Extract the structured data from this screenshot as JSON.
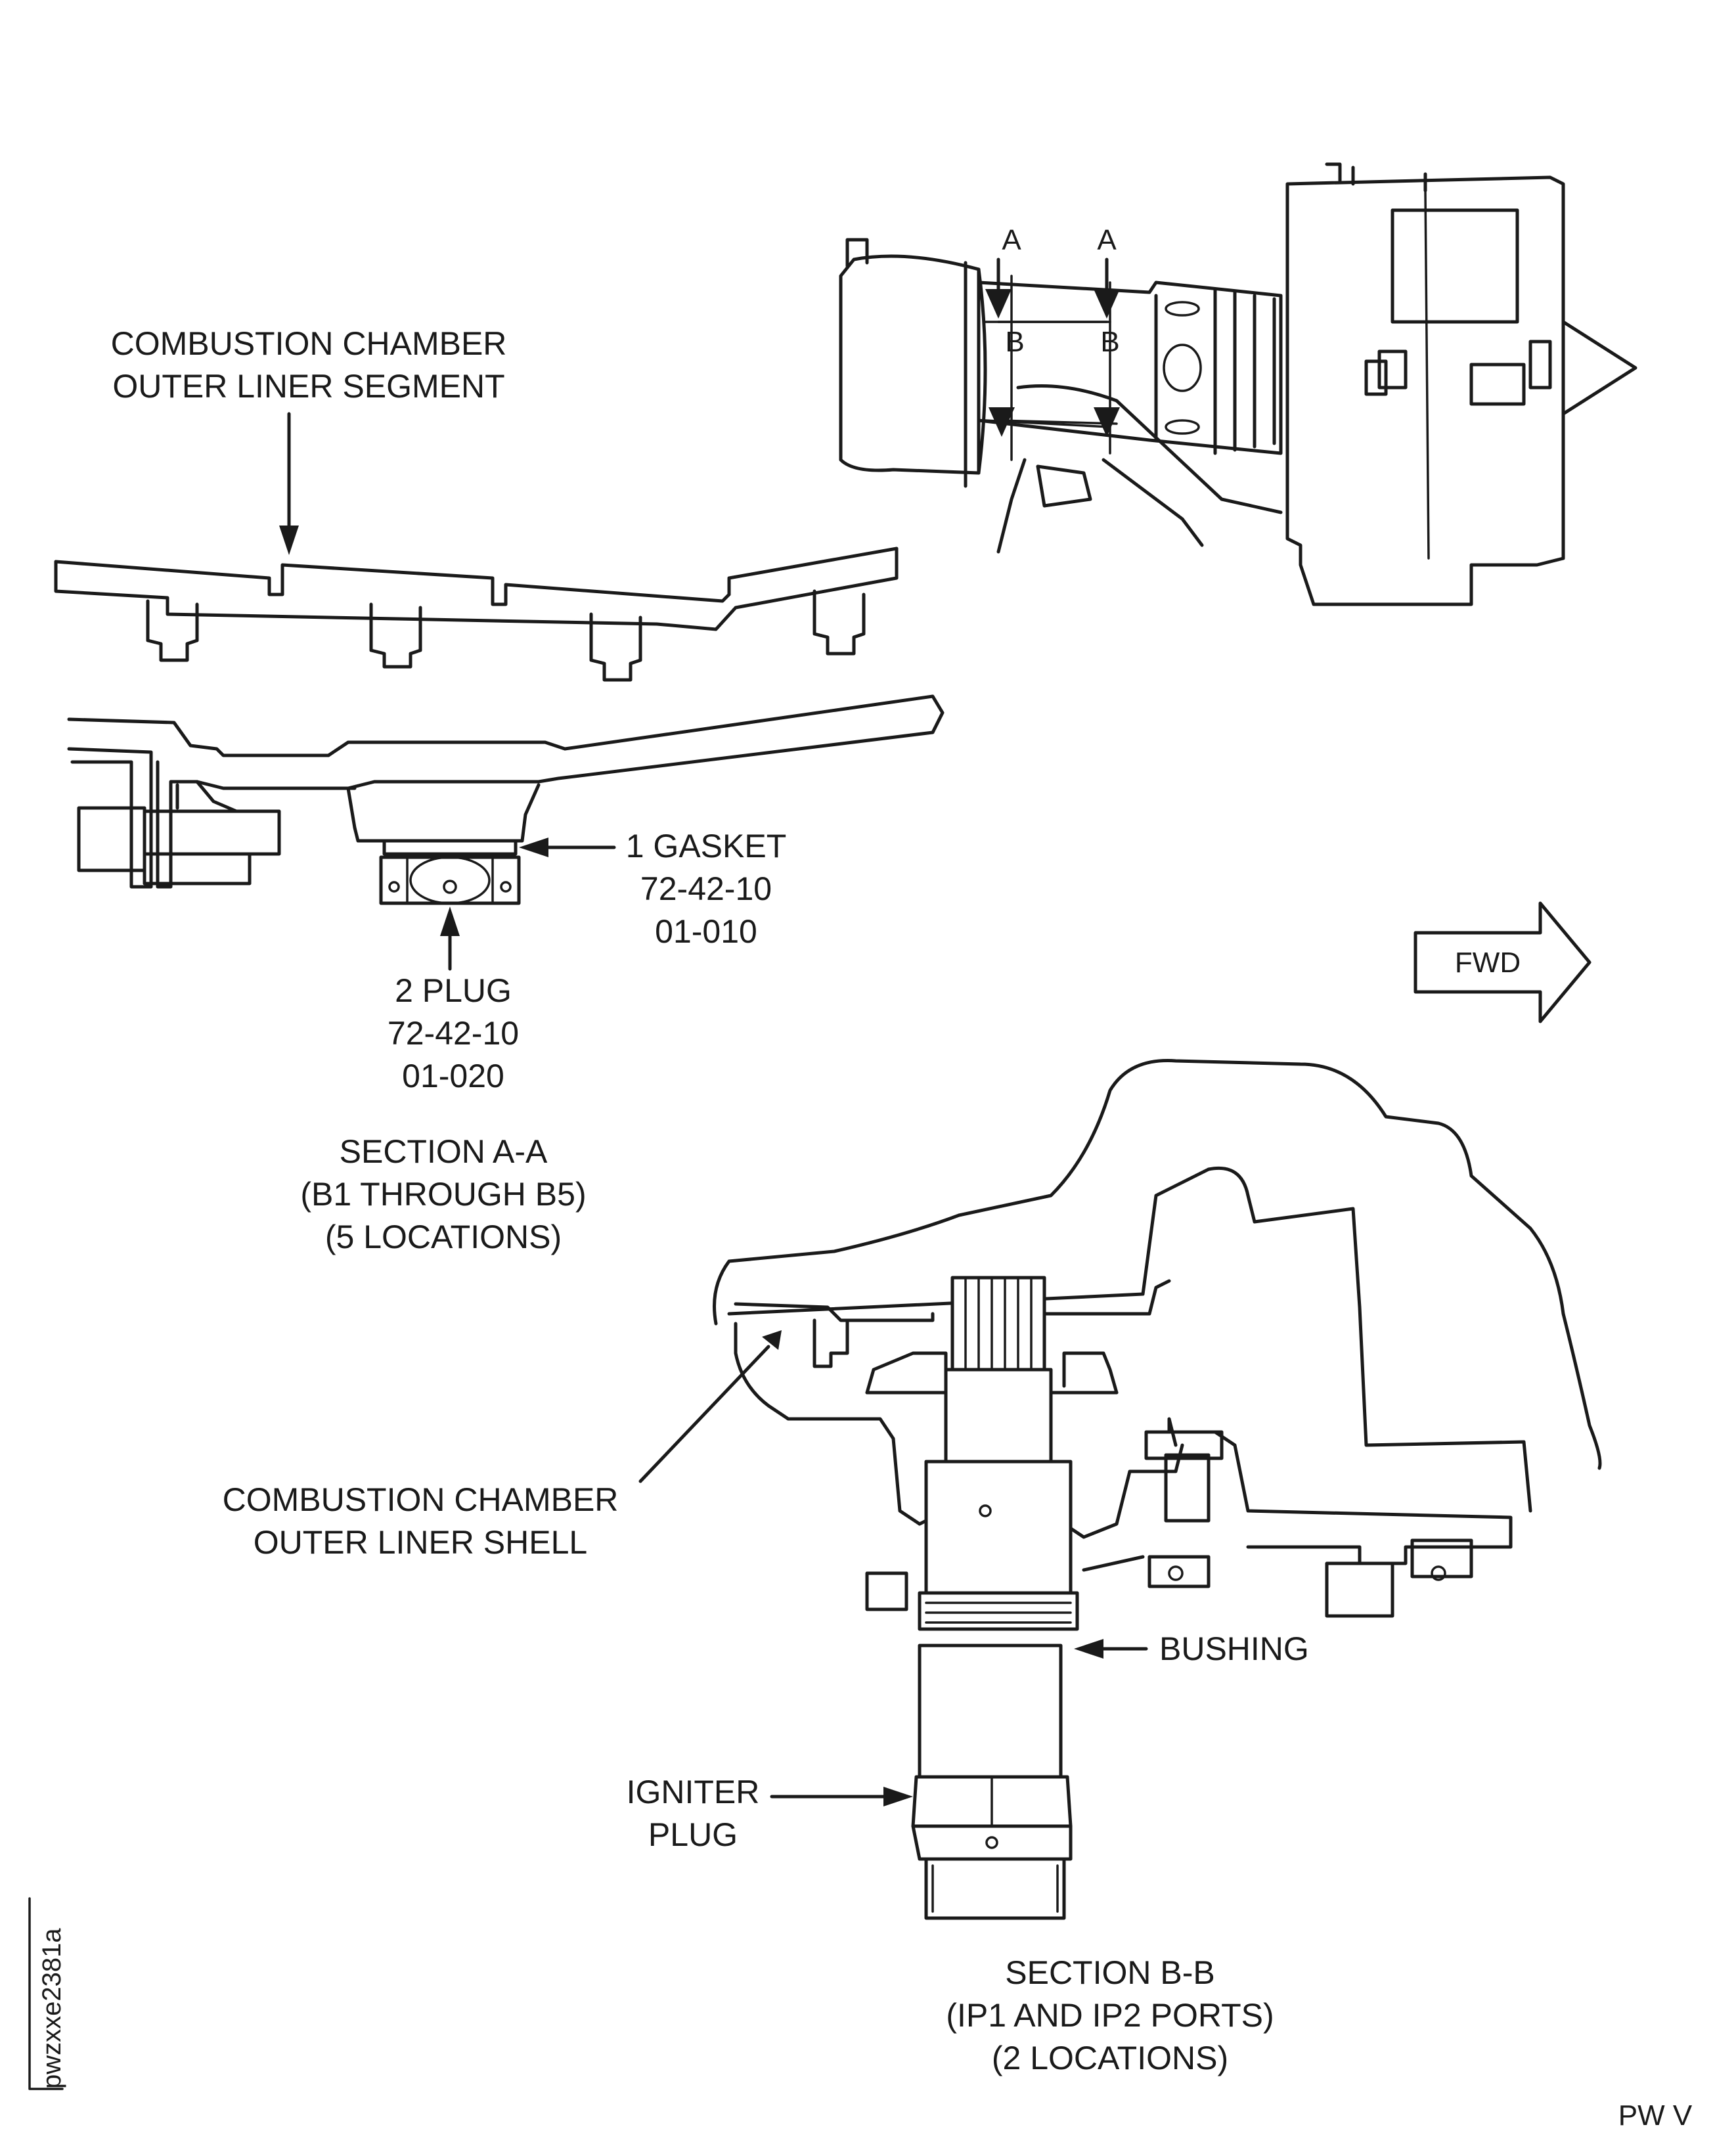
{
  "labels": {
    "outer_liner_segment": [
      "COMBUSTION CHAMBER",
      "OUTER LINER SEGMENT"
    ],
    "gasket": [
      "1 GASKET",
      "72-42-10",
      "01-010"
    ],
    "plug": [
      "2 PLUG",
      "72-42-10",
      "01-020"
    ],
    "section_aa": [
      "SECTION A-A",
      "(B1 THROUGH B5)",
      "(5 LOCATIONS)"
    ],
    "fwd": "FWD",
    "outer_liner_shell": [
      "COMBUSTION CHAMBER",
      "OUTER LINER SHELL"
    ],
    "bushing": "BUSHING",
    "igniter_plug": [
      "IGNITER",
      "PLUG"
    ],
    "section_bb": [
      "SECTION B-B",
      "(IP1 AND IP2 PORTS)",
      "(2 LOCATIONS)"
    ],
    "section_marker_a": "A",
    "section_marker_b": "B",
    "figure_id": "pwzxxe2381a",
    "footer_code": "PW V"
  }
}
